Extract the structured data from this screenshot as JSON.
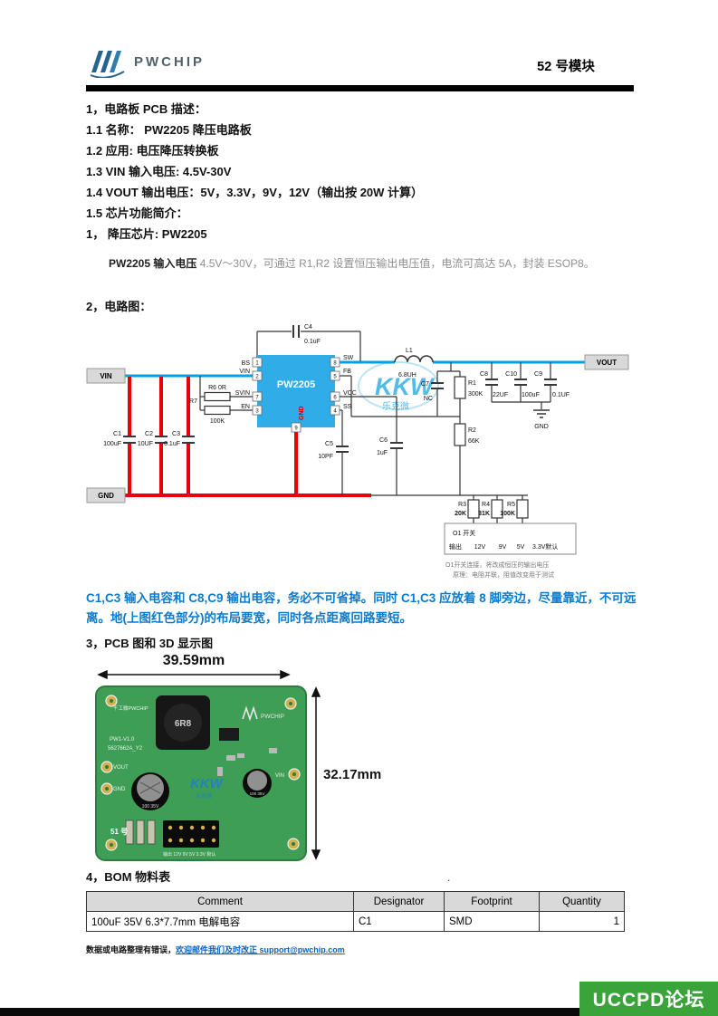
{
  "header": {
    "logo": "PWCHIP",
    "module_label": "52 号模块"
  },
  "s1": {
    "title": "1，电路板 PCB 描述：",
    "items": [
      "1.1  名称：  PW2205 降压电路板",
      "1.2  应用: 电压降压转换板",
      "1.3  VIN 输入电压: 4.5V-30V",
      "1.4  VOUT 输出电压：5V，3.3V，9V，12V（输出按 20W 计算）",
      "1.5 芯片功能简介："
    ],
    "chip_line": "1， 降压芯片: PW2205",
    "desc_b": "PW2205 输入电压",
    "desc_g": " 4.5V～30V，可通过 R1,R2 设置恒压输出电压值，电流可高达 5A，封装 ESOP8。"
  },
  "s2": {
    "title": "2，电路图："
  },
  "note_blue": "C1,C3 输入电容和 C8,C9 输出电容，务必不可省掉。同时 C1,C3 应放着 8 脚旁边，尽量靠近，不可远离。地(上图红色部分)的布局要宽，同时各点距离回路要短。",
  "s3": {
    "title": "3，PCB 图和 3D 显示图"
  },
  "s4": {
    "title": "4，BOM 物料表",
    "dot": "."
  },
  "circuit": {
    "chip": "PW2205",
    "gnd_chip": "GND",
    "kkw": "KKW",
    "kkw_sub": "乐克微",
    "boxes": {
      "vin": "VIN",
      "vout": "VOUT",
      "gnd": "GND"
    },
    "pins": {
      "n1": "1",
      "n2": "2",
      "n7": "7",
      "n3": "3",
      "n8": "8",
      "n5": "5",
      "n6": "6",
      "n4": "4",
      "n9": "9"
    },
    "pinnames": {
      "bs": "BS",
      "vin": "VIN",
      "svin": "SVIN",
      "en": "EN",
      "sw": "SW",
      "fb": "FB",
      "vcc": "VCC",
      "ss": "SS"
    },
    "labels": {
      "c4": "C4",
      "c4v": "0.1uF",
      "l1": "L1",
      "l1v": "6.8UH",
      "c8": "C8",
      "c8v": "22UF",
      "c10": "C10",
      "c10v": "100uF",
      "c9": "C9",
      "c9v": "0.1UF",
      "c7": "C7",
      "c7v": "NC",
      "r1": "R1",
      "r1v": "300K",
      "r2": "R2",
      "r2v": "66K",
      "r6": "R6 0R",
      "r7": "R7",
      "r7v": "100K",
      "c1": "C1",
      "c1v": "100uF",
      "c2": "C2",
      "c2v": "10UF",
      "c3": "C3",
      "c3v": "0.1uF",
      "c5": "C5",
      "c5v": "10PF",
      "c6": "C6",
      "c6v": "1uF",
      "r3": "R3",
      "r3v": "20K",
      "r4": "R4",
      "r4v": "31K",
      "r5": "R5",
      "r5v": "100K",
      "gnd_sym": "GND",
      "sw_title": "O1 开关",
      "out": "输出",
      "v12": "12V",
      "v9": "9V",
      "v5": "5V",
      "v33": "3.3V默认",
      "note1": "O1开关连接，将改成恒压的输出电压",
      "note2": "原理：电阻并联，阻值改变用于测试"
    }
  },
  "pcb": {
    "dim_w": "39.59mm",
    "dim_h": "32.17mm",
    "ind": "6R8",
    "logo": "PWCHIP",
    "silk1": "千工微PWCHIP",
    "silk2": "PW1-V1.0",
    "silk3": "5627662A_Y2",
    "vout": "VOUT",
    "gnd": "GND",
    "vin": "VIN",
    "cap1": "100 35V",
    "cap2": "100 35V",
    "board_no": "51 号",
    "kkw": "KKW",
    "kkw_sub": "乐克微",
    "bottom_silk": "输出 12V 9V 5V 3.3V 默认"
  },
  "bom": {
    "headers": [
      "Comment",
      "Designator",
      "Footprint",
      "Quantity"
    ],
    "rows": [
      {
        "comment": "100uF 35V 6.3*7.7mm 电解电容",
        "designator": "C1",
        "footprint": "SMD",
        "quantity": "1"
      }
    ]
  },
  "footer": {
    "text": "数据或电路整理有错误，",
    "link": "欢迎邮件我们及时改正 support@pwchip.com"
  },
  "watermark": "UCCPD论坛"
}
